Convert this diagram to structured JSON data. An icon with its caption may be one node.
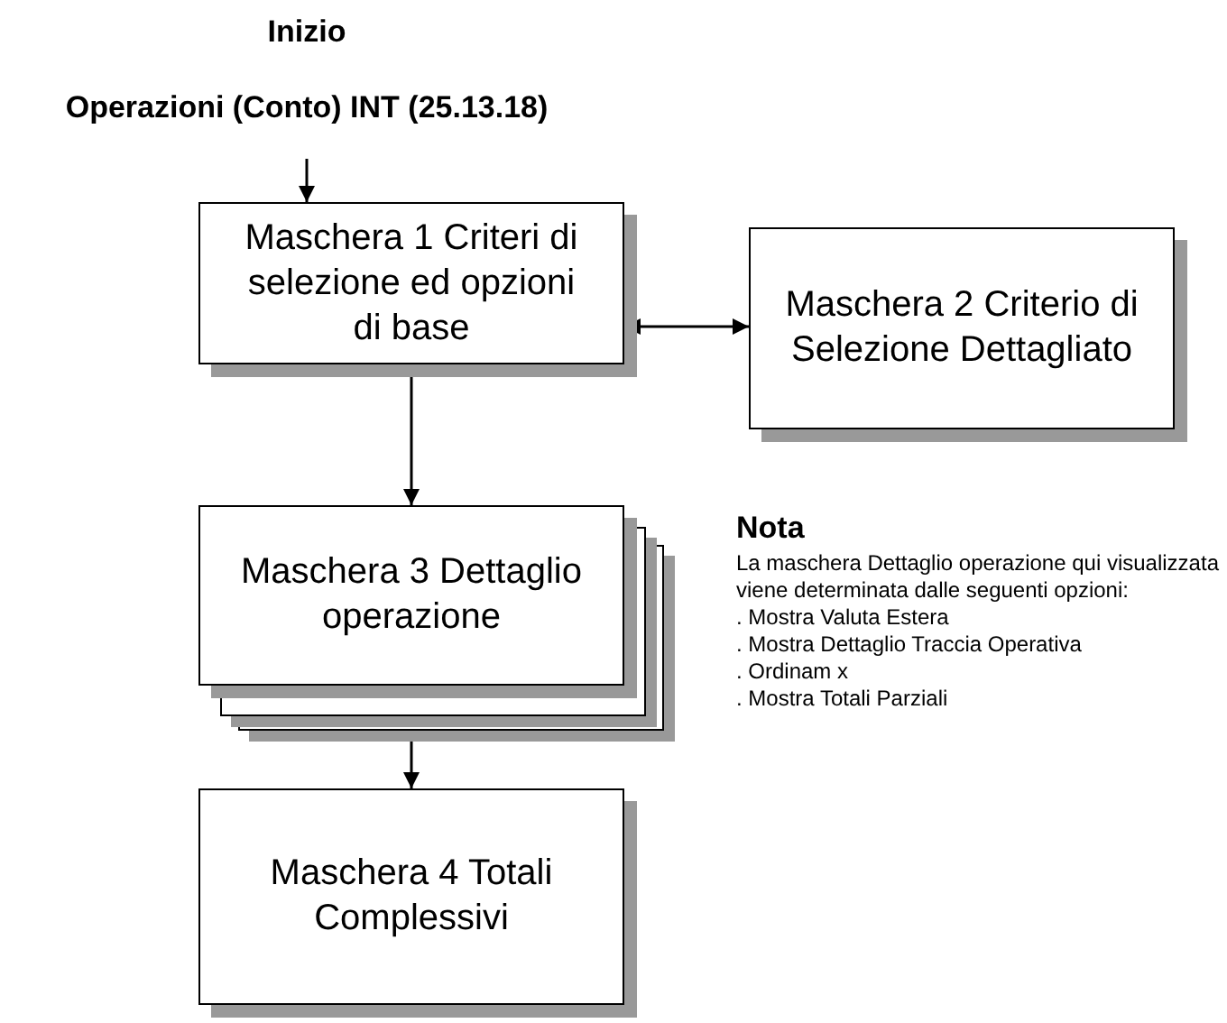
{
  "diagram": {
    "nodes": [
      {
        "text": [
          "Inizio",
          "Operazioni (Conto) INT (25.13.18)"
        ]
      },
      {
        "text": [
          "Maschera 1 Criteri di selezione ed opzioni di base"
        ]
      },
      {
        "text": [
          "Maschera 2 Criterio di Selezione Dettagliato"
        ]
      },
      {
        "text": [
          "Maschera 3 Dettaglio operazione"
        ]
      },
      {
        "text": [
          "Maschera 4 Totali Complessivi"
        ]
      }
    ],
    "edges": [
      {
        "from": 0,
        "to": 1,
        "arrow": "to"
      },
      {
        "from": 1,
        "to": 2,
        "arrow": "both"
      },
      {
        "from": 1,
        "to": 3,
        "arrow": "to"
      },
      {
        "from": 3,
        "to": 4,
        "arrow": "to"
      }
    ],
    "labels": [
      "Nota",
      "La maschera Dettaglio operazione qui visualizzata viene determinata dalle seguenti opzioni:",
      ". Mostra Valuta Estera",
      ". Mostra Dettaglio Traccia Operativa",
      ". Ordinam x",
      ". Mostra Totali Parziali"
    ]
  }
}
